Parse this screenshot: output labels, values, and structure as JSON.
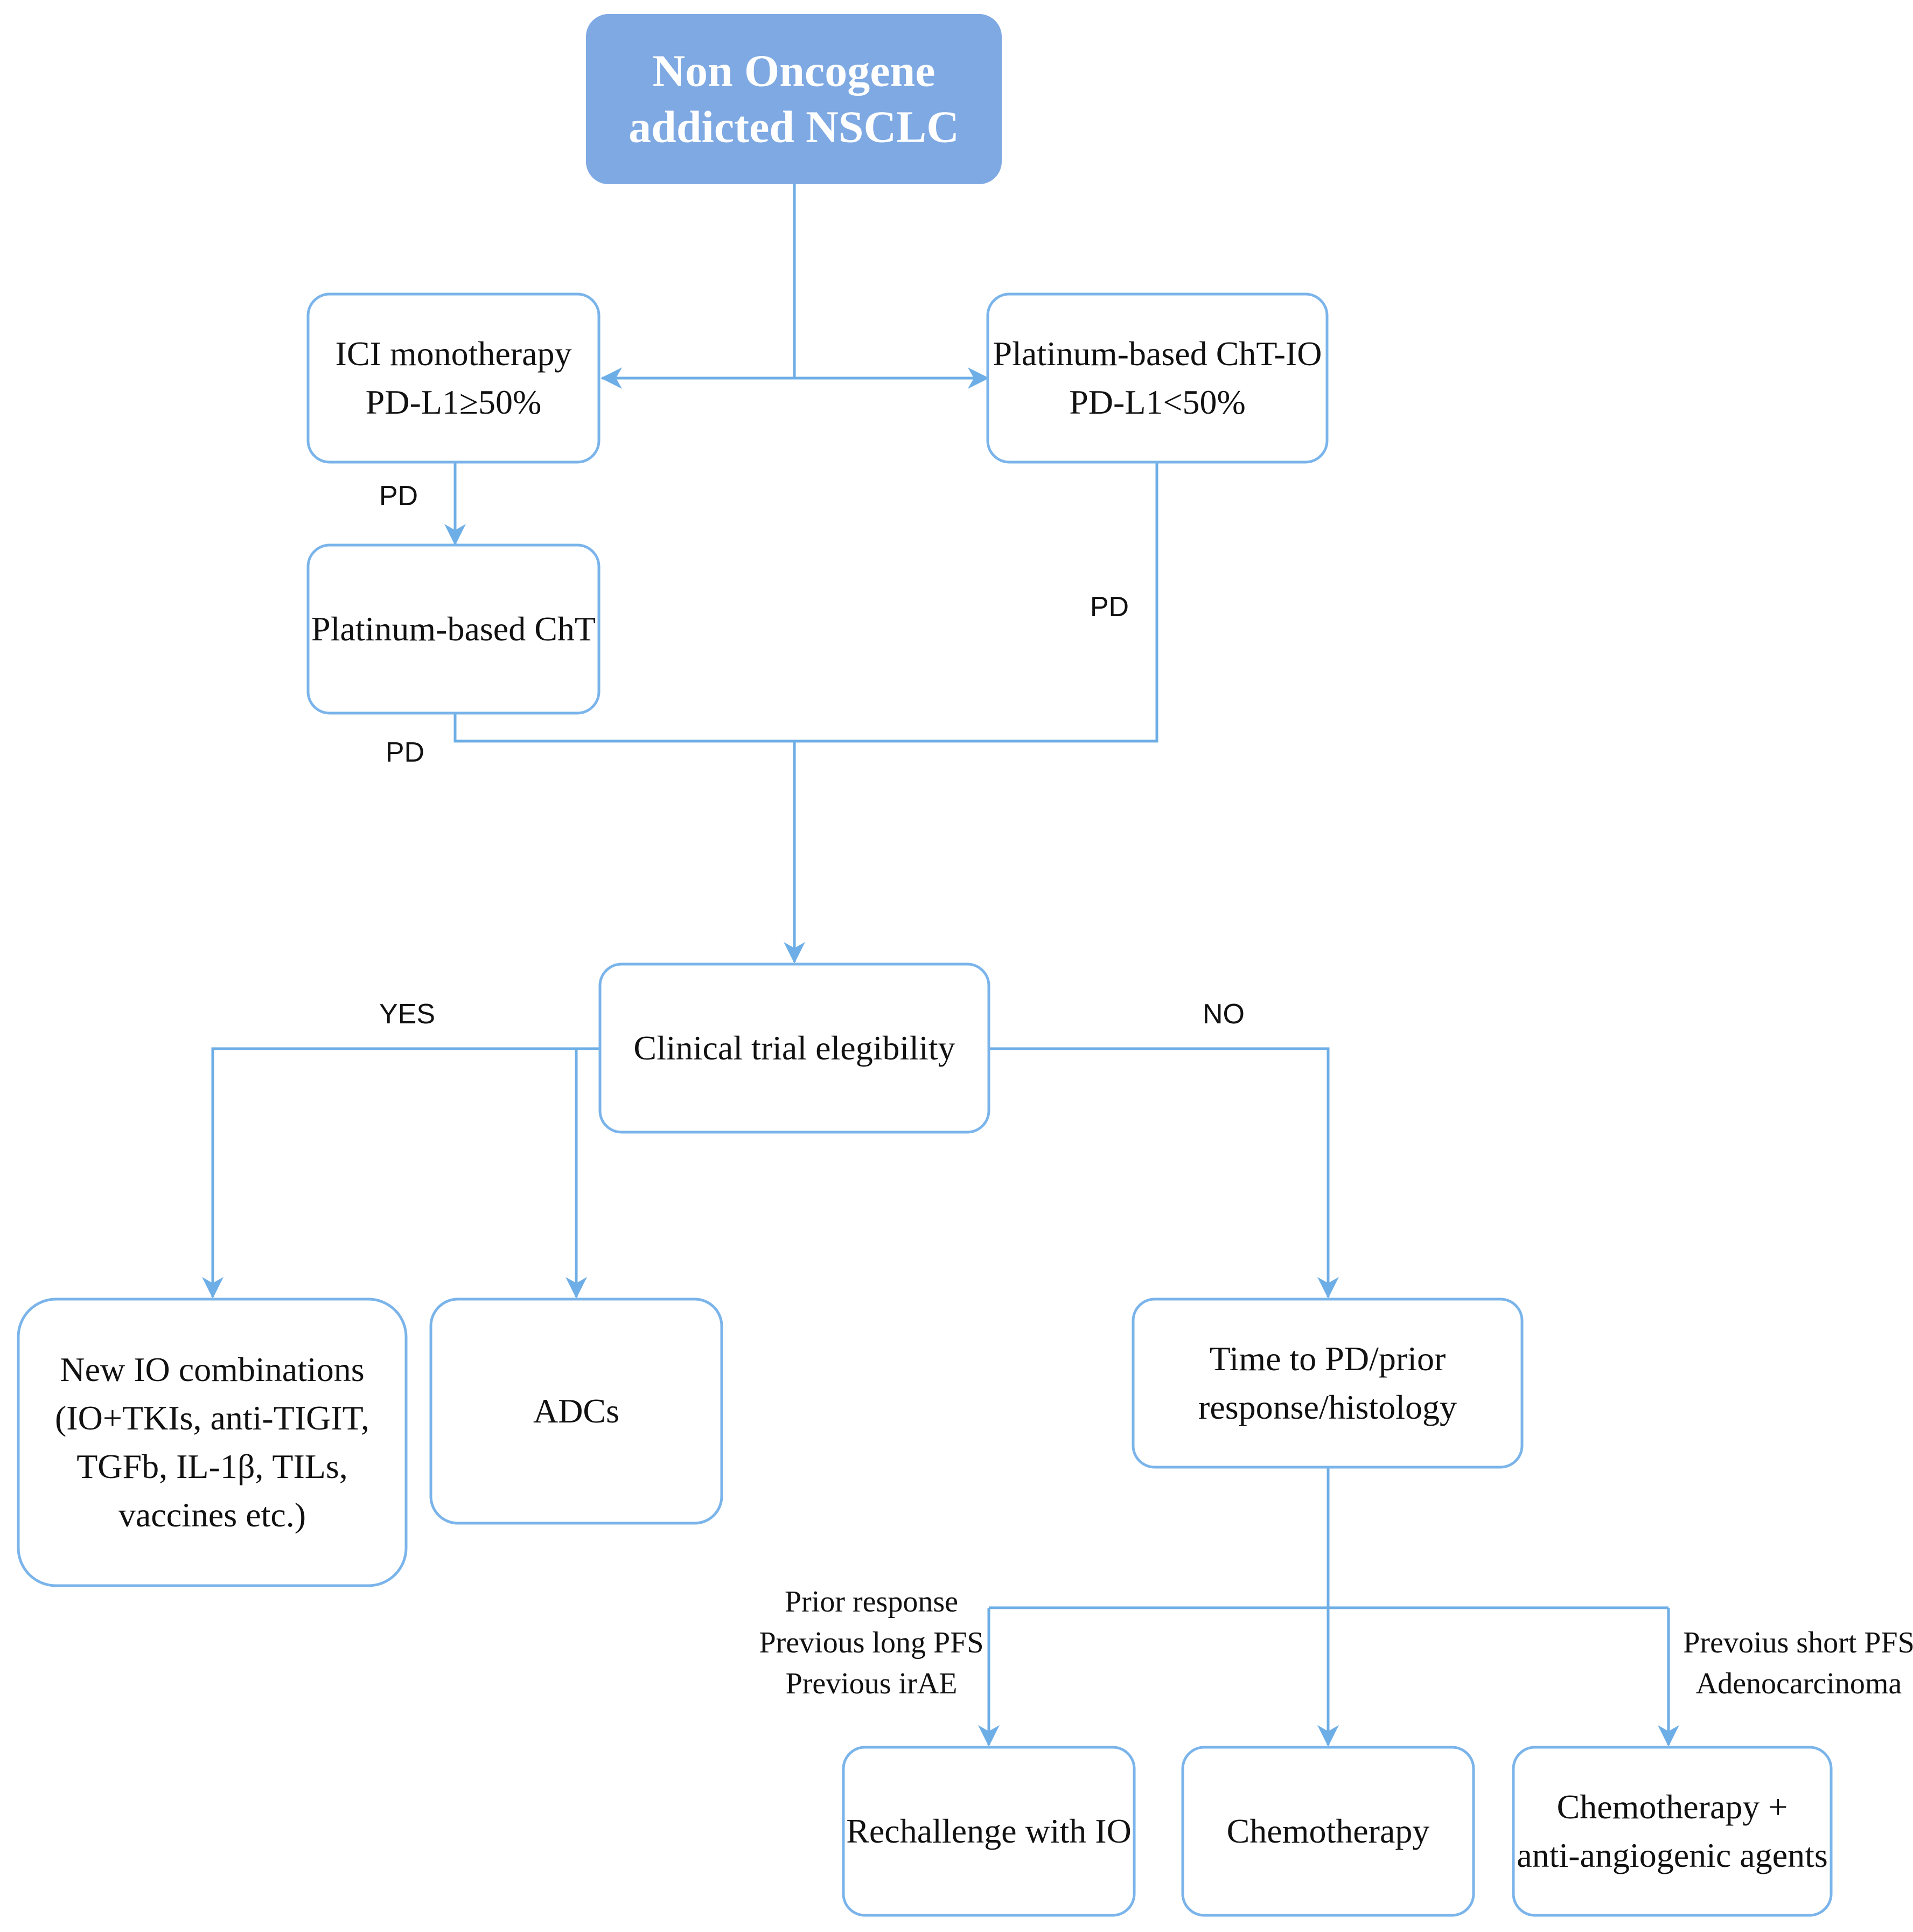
{
  "colors": {
    "line": "#6eaee6",
    "box_border": "#7ab4ea",
    "title_fill": "#7ea9e3",
    "text": "#111111",
    "title_text": "#ffffff"
  },
  "nodes": {
    "start": {
      "lines": [
        "Non Oncogene",
        "addicted NSCLC"
      ]
    },
    "ici_mono": {
      "lines": [
        "ICI monotherapy",
        "PD-L1≥50%"
      ]
    },
    "plat_io": {
      "lines": [
        "Platinum-based ChT-IO",
        "PD-L1<50%"
      ]
    },
    "plat_cht": {
      "lines": [
        "Platinum-based ChT"
      ]
    },
    "trial": {
      "lines": [
        "Clinical trial elegibility"
      ]
    },
    "new_io": {
      "lines": [
        "New IO combinations",
        "(IO+TKIs, anti-TIGIT,",
        "TGFb, IL-1β, TILs,",
        "vaccines etc.)"
      ]
    },
    "adcs": {
      "lines": [
        "ADCs"
      ]
    },
    "time_pd": {
      "lines": [
        "Time to PD/prior",
        "response/histology"
      ]
    },
    "rechallenge": {
      "lines": [
        "Rechallenge with IO"
      ]
    },
    "chemo": {
      "lines": [
        "Chemotherapy"
      ]
    },
    "chemo_anti": {
      "lines": [
        "Chemotherapy +",
        "anti-angiogenic agents"
      ]
    }
  },
  "edge_labels": {
    "pd_ici": "PD",
    "pd_plat_io": "PD",
    "pd_plat_cht": "PD",
    "yes": "YES",
    "no": "NO",
    "rechallenge_criteria": [
      "Prior response",
      "Previous long PFS",
      "Previous irAE"
    ],
    "chemo_anti_criteria": [
      "Prevoius short PFS",
      "Adenocarcinoma"
    ]
  }
}
